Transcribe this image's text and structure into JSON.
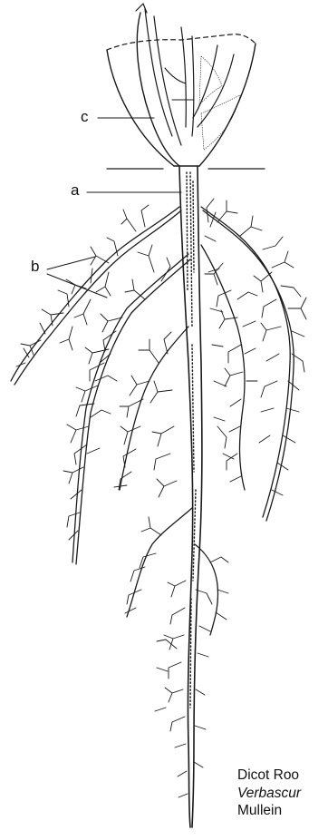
{
  "labels": {
    "a": "a",
    "b": "b",
    "c": "c"
  },
  "caption": {
    "line1": "Dicot Roo",
    "line2": "Verbascur",
    "line3": "Mullein"
  }
}
